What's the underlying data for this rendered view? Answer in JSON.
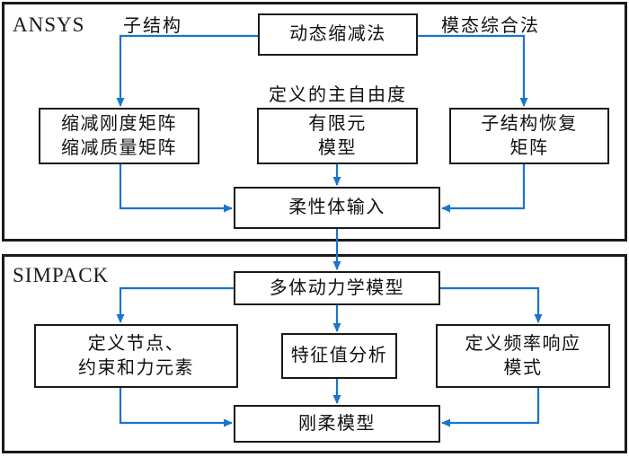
{
  "colors": {
    "arrow": "#1874cd",
    "box_border": "#1a1a1a",
    "background": "#ffffff"
  },
  "sections": {
    "ansys": {
      "title": "ANSYS",
      "nodes": {
        "dynamic_reduction": "动态缩减法",
        "reduced_matrices": "缩减刚度矩阵\n缩减质量矩阵",
        "fe_model": "有限元\n模型",
        "recovery_matrix": "子结构恢复\n矩阵",
        "flexible_body_input": "柔性体输入"
      },
      "edge_labels": {
        "substructure": "子结构",
        "modal_synthesis": "模态综合法",
        "master_dof": "定义的主自由度"
      }
    },
    "simpack": {
      "title": "SIMPACK",
      "nodes": {
        "mbd_model": "多体动力学模型",
        "nodes_constraints": "定义节点、\n约束和力元素",
        "eigenvalue_analysis": "特征值分析",
        "freq_response": "定义频率响应\n模式",
        "rigid_flex_model": "刚柔模型"
      }
    }
  }
}
